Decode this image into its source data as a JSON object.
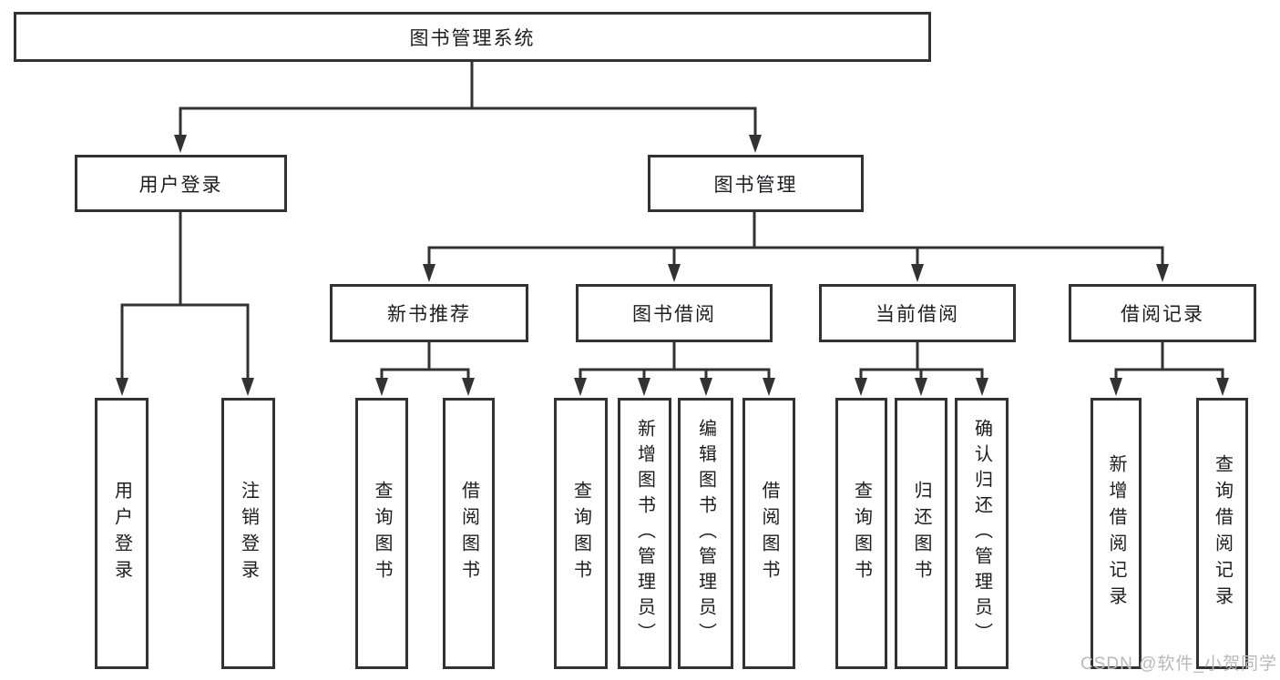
{
  "diagram_title": "图书管理系统",
  "nodes": {
    "root": {
      "label": "图书管理系统"
    },
    "user_login": {
      "label": "用户登录"
    },
    "book_mgmt": {
      "label": "图书管理"
    },
    "new_books": {
      "label": "新书推荐"
    },
    "book_borrow": {
      "label": "图书借阅"
    },
    "current_borrow": {
      "label": "当前借阅"
    },
    "borrow_records": {
      "label": "借阅记录"
    },
    "leaf_user_login": {
      "label": "用户登录"
    },
    "leaf_logout": {
      "label": "注销登录"
    },
    "leaf_query_books_1": {
      "label": "查询图书"
    },
    "leaf_borrow_books_1": {
      "label": "借阅图书"
    },
    "leaf_query_books_2": {
      "label": "查询图书"
    },
    "leaf_add_books": {
      "label": "新增图书（管理员）"
    },
    "leaf_edit_books": {
      "label": "编辑图书（管理员）"
    },
    "leaf_borrow_books_2": {
      "label": "借阅图书"
    },
    "leaf_query_books_3": {
      "label": "查询图书"
    },
    "leaf_return_books": {
      "label": "归还图书"
    },
    "leaf_confirm_return": {
      "label": "确认归还（管理员）"
    },
    "leaf_add_record": {
      "label": "新增借阅记录"
    },
    "leaf_query_record": {
      "label": "查询借阅记录"
    }
  },
  "hierarchy": {
    "图书管理系统": {
      "用户登录": [
        "用户登录",
        "注销登录"
      ],
      "图书管理": {
        "新书推荐": [
          "查询图书",
          "借阅图书"
        ],
        "图书借阅": [
          "查询图书",
          "新增图书（管理员）",
          "编辑图书（管理员）",
          "借阅图书"
        ],
        "当前借阅": [
          "查询图书",
          "归还图书",
          "确认归还（管理员）"
        ],
        "借阅记录": [
          "新增借阅记录",
          "查询借阅记录"
        ]
      }
    }
  },
  "watermark": "CSDN @软件_小贺同学",
  "colors": {
    "line": "#323232",
    "text": "#1d1d1f",
    "box_background": "#ffffff",
    "page_background": "#ffffff",
    "watermark": "#b9b9b9"
  }
}
